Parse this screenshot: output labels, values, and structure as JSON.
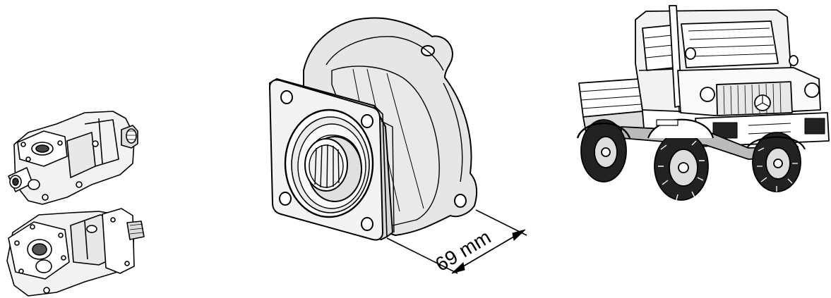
{
  "figure": {
    "dimension": {
      "value": 69,
      "unit": "mm",
      "label": "69 mm"
    }
  },
  "colors": {
    "line": "#000000",
    "fill_light": "#e8e8e8",
    "fill_white": "#ffffff",
    "fill_dark": "#222222"
  }
}
